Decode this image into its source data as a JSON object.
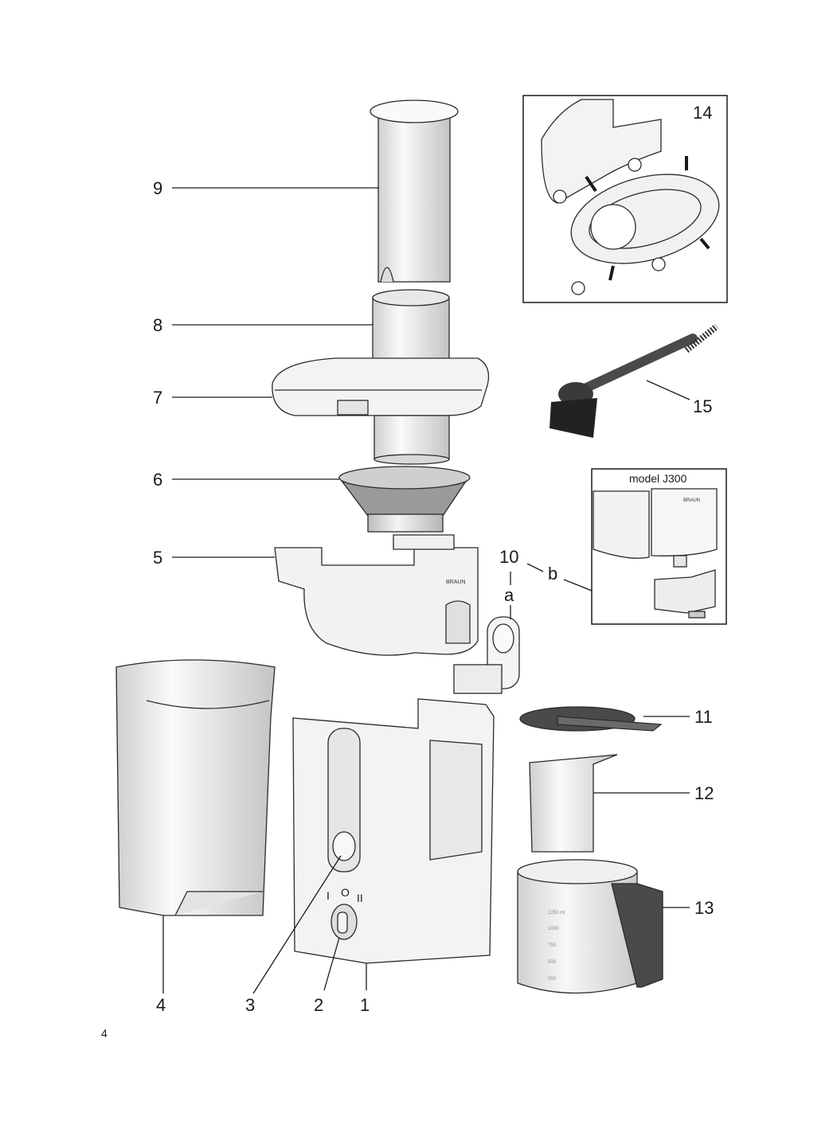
{
  "page": {
    "number": "4"
  },
  "brand": "BRAUN",
  "inset_model": {
    "title": "model J300"
  },
  "callouts": {
    "c1": "1",
    "c2": "2",
    "c3": "3",
    "c4": "4",
    "c5": "5",
    "c6": "6",
    "c7": "7",
    "c8": "8",
    "c9": "9",
    "c10": "10",
    "c10a": "a",
    "c10b": "b",
    "c11": "11",
    "c12": "12",
    "c13": "13",
    "c14": "14",
    "c15": "15"
  },
  "switch_positions": [
    "I",
    "O",
    "II"
  ],
  "jug_scale": [
    "1250 ml",
    "1000",
    "750",
    "500",
    "250"
  ],
  "colors": {
    "ink": "#1a1a1a",
    "part_fill": "#f2f2f2",
    "shade": "#d6d6d6",
    "dark_part": "#4a4a4a"
  }
}
